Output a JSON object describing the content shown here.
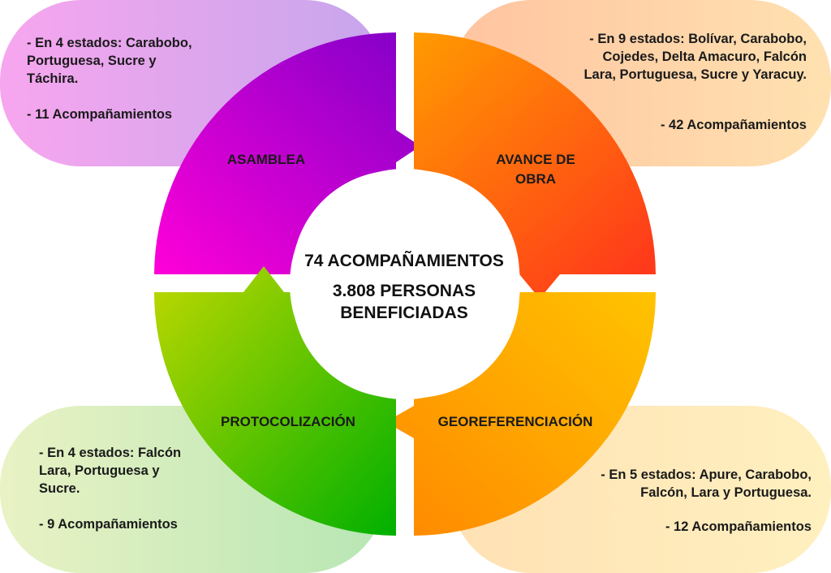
{
  "center": {
    "title": "74 ACOMPAÑAMIENTOS",
    "line1": "3.808 PERSONAS",
    "line2": "BENEFICIADAS"
  },
  "segments": {
    "asamblea": {
      "label": "ASAMBLEA",
      "color_start": "#ff00d8",
      "color_end": "#8000c8"
    },
    "avance": {
      "label_line1": "AVANCE DE",
      "label_line2": "OBRA",
      "color_start": "#ff9b00",
      "color_end": "#ff3a1a"
    },
    "georef": {
      "label": "GEOREFERENCIACIÓN",
      "color_start": "#ffc300",
      "color_end": "#ff8800"
    },
    "proto": {
      "label": "PROTOCOLIZACIÓN",
      "color_start": "#c0d800",
      "color_end": "#00b000"
    }
  },
  "cards": {
    "tl": {
      "states": [
        "- En 4 estados: Carabobo,",
        "Portuguesa, Sucre y",
        "Táchira."
      ],
      "count": "- 11 Acompañamientos",
      "bg_start": "#f7a6ee",
      "bg_end": "#c6a6ec"
    },
    "tr": {
      "states": [
        "- En 9 estados: Bolívar, Carabobo,",
        "Cojedes, Delta Amacuro, Falcón",
        "Lara, Portuguesa, Sucre y Yaracuy."
      ],
      "count": "- 42 Acompañamientos",
      "bg_start": "#ffc4a0",
      "bg_end": "#ffe1b0"
    },
    "bl": {
      "states": [
        "- En 4 estados: Falcón",
        "Lara, Portuguesa y",
        "Sucre."
      ],
      "count": "- 9 Acompañamientos",
      "bg_start": "#e9f2c4",
      "bg_end": "#b7e6b4"
    },
    "br": {
      "states": [
        "- En 5 estados: Apure, Carabobo,",
        "Falcón, Lara y Portuguesa."
      ],
      "count": "- 12 Acompañamientos",
      "bg_start": "#ffe1b4",
      "bg_end": "#fff0bf"
    }
  }
}
